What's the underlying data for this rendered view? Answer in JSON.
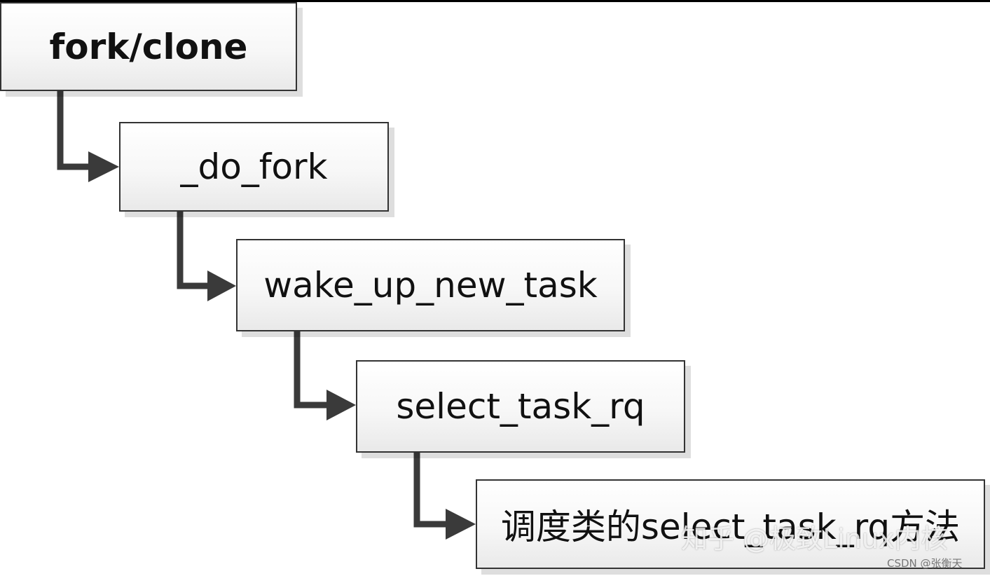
{
  "diagram": {
    "nodes": [
      {
        "id": "n0",
        "label": "fork/clone"
      },
      {
        "id": "n1",
        "label": "_do_fork"
      },
      {
        "id": "n2",
        "label": "wake_up_new_task"
      },
      {
        "id": "n3",
        "label": "select_task_rq"
      },
      {
        "id": "n4",
        "label": "调度类的select_task_rq方法"
      }
    ],
    "edges": [
      {
        "from": "n0",
        "to": "n1"
      },
      {
        "from": "n1",
        "to": "n2"
      },
      {
        "from": "n2",
        "to": "n3"
      },
      {
        "from": "n3",
        "to": "n4"
      }
    ]
  },
  "watermark": {
    "main": "知乎 @极致Linux内核",
    "csdn": "CSDN @张衡天"
  },
  "colors": {
    "connector": "#3a3a3a",
    "border": "#333333",
    "fill_top": "#ffffff",
    "fill_bottom": "#e9e9e9"
  }
}
